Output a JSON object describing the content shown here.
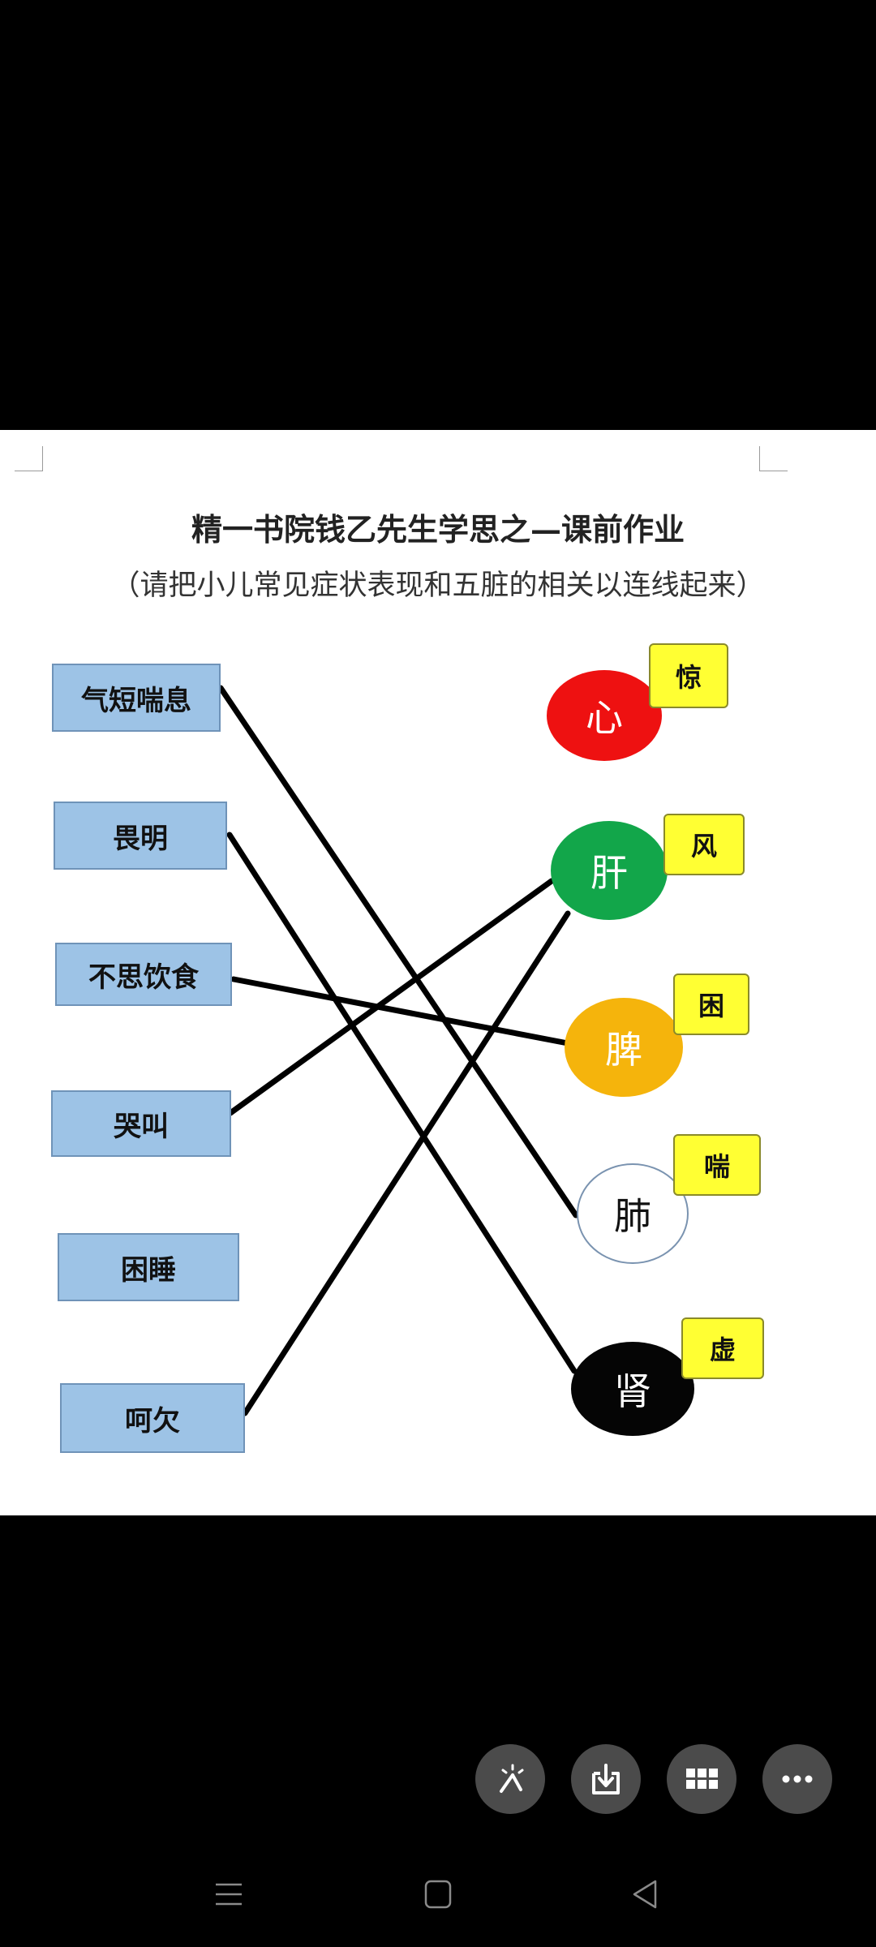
{
  "document": {
    "title": "精一书院钱乙先生学思之—课前作业",
    "subtitle": "（请把小儿常见症状表现和五脏的相关以连线起来）"
  },
  "symptoms": [
    {
      "label": "气短喘息"
    },
    {
      "label": "畏明"
    },
    {
      "label": "不思饮食"
    },
    {
      "label": "哭叫"
    },
    {
      "label": "困睡"
    },
    {
      "label": "呵欠"
    }
  ],
  "organs": [
    {
      "label": "心",
      "tag": "惊",
      "color": "#ee1111",
      "text_color": "#ffffff"
    },
    {
      "label": "肝",
      "tag": "风",
      "color": "#12a64a",
      "text_color": "#ffffff"
    },
    {
      "label": "脾",
      "tag": "困",
      "color": "#f5b40c",
      "text_color": "#ffffff"
    },
    {
      "label": "肺",
      "tag": "喘",
      "color": "#ffffff",
      "text_color": "#111111"
    },
    {
      "label": "肾",
      "tag": "虚",
      "color": "#050505",
      "text_color": "#ffffff"
    }
  ],
  "connections": [
    {
      "symptom": "气短喘息",
      "organ": "肺"
    },
    {
      "symptom": "畏明",
      "organ": "肾"
    },
    {
      "symptom": "不思饮食",
      "organ": "脾"
    },
    {
      "symptom": "哭叫",
      "organ": "肝"
    },
    {
      "symptom": "呵欠",
      "organ": "肝"
    }
  ],
  "toolbar": {
    "buttons": [
      {
        "name": "magic-icon"
      },
      {
        "name": "download-icon"
      },
      {
        "name": "grid-icon"
      },
      {
        "name": "more-icon"
      }
    ]
  },
  "navbar": {
    "buttons": [
      {
        "name": "menu-icon"
      },
      {
        "name": "home-icon"
      },
      {
        "name": "back-icon"
      }
    ]
  }
}
